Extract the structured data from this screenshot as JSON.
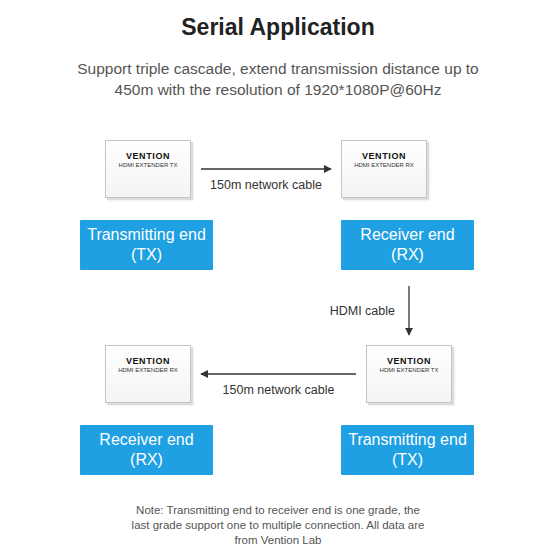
{
  "diagram": {
    "title": "Serial Application",
    "nodes": [
      {
        "text": [
          "VENTION",
          "HDMI EXTENDER TX"
        ]
      },
      {
        "text": [
          "VENTION",
          "HDMI EXTENDER RX"
        ]
      },
      {
        "text": [
          "Transmitting end (TX)"
        ]
      },
      {
        "text": [
          "Receiver end (RX)"
        ]
      },
      {
        "text": [
          "VENTION",
          "HDMI EXTENDER RX"
        ]
      },
      {
        "text": [
          "VENTION",
          "HDMI EXTENDER TX"
        ]
      },
      {
        "text": [
          "Receiver end (RX)"
        ]
      },
      {
        "text": [
          "Transmitting end (TX)"
        ]
      }
    ],
    "edges": [
      {
        "from": 0,
        "to": 1,
        "label": "150m network cable",
        "arrow": "to"
      },
      {
        "from": 3,
        "to": 5,
        "label": "HDMI cable",
        "arrow": "to"
      },
      {
        "from": 5,
        "to": 4,
        "label": "150m network cable",
        "arrow": "to"
      }
    ],
    "labels": [
      "Support triple cascade, extend transmission distance up to 450m with the resolution of 1920*1080P@60Hz",
      "Note: Transmitting end to receiver end is one grade, the last grade support one to multiple connection. All data are from Vention Lab"
    ]
  }
}
